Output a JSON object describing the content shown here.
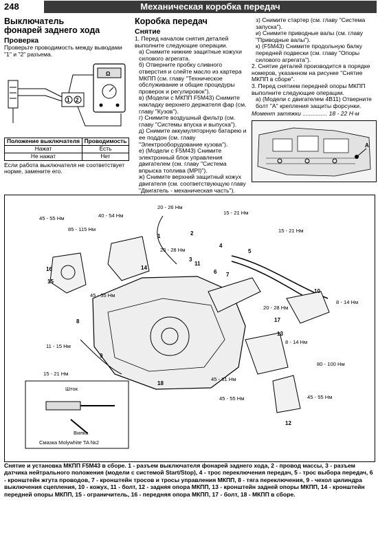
{
  "header": {
    "page_number": "248",
    "title": "Механическая коробка передач"
  },
  "col1": {
    "title_line1": "Выключатель",
    "title_line2": "фонарей заднего хода",
    "check_heading": "Проверка",
    "check_text": "Проверьте проводимость между выводами \"1\" и \"2\" разъема.",
    "table": {
      "headers": [
        "Положение выключателя",
        "Проводимость"
      ],
      "rows": [
        [
          "Нажат",
          "Есть"
        ],
        [
          "Не нажат",
          "Нет"
        ]
      ]
    },
    "note": "Если работа выключателя не соответствует норме, замените его.",
    "pins": [
      "1",
      "2"
    ],
    "meter_symbol": "Ω"
  },
  "col2": {
    "title": "Коробка передач",
    "sub": "Снятие",
    "lines": [
      "1. Перед началом снятия деталей выполните следующие операции.",
      "а) Снимите нижние защитные кожухи силового агрегата.",
      "б) Отверните пробку сливного отверстия и слейте масло из картера МКПП (см. главу \"Техническое обслуживание и общие процедуры проверок и регулировок\").",
      "в) (Модели с МКПП F5M43) Снимите накладку верхнего держателя фар (см. главу \"Кузов\").",
      "г) Снимите воздушный фильтр (см. главу \"Системы впуска и выпуска\").",
      "д) Снимите аккумуляторную батарею и ее поддон (см. главу \"Электрооборудование кузова\").",
      "е) (Модели с F5M43) Снимите электронный блок управления двигателем (см. главу \"Система впрыска топлива (MPI)\").",
      "ж) Снимите верхний защитный кожух двигателя (см. соответствующую главу \"Двигатель - механическая часть\")."
    ]
  },
  "col3": {
    "lines": [
      "з) Снимите стартер (см. главу \"Система запуска\").",
      "и) Снимите приводные валы (см. главу \"Приводные валы\").",
      "к) (F5M43) Снимите продольную балку передней подвески (см. главу \"Опоры силового агрегата\").",
      "2. Снятие деталей производится в порядке номеров, указанном на рисунке \"Снятие МКПП в сборе\".",
      "3. Перед снятием передней опоры МКПП выполните следующие операции.",
      "а) (Модели с двигателем 4B11) Отверните болт \"А\" крепления защиты форсунки."
    ],
    "torque_label": "Момент затяжки",
    "torque_value": "18 - 22 Н·м",
    "fig_label_a": "A"
  },
  "diagram": {
    "torques": [
      "45 - 55 Нм",
      "40 - 54 Нм",
      "85 - 115 Нм",
      "20 - 26 Нм",
      "15 - 21 Нм",
      "15 - 21 Нм",
      "20 - 28 Нм",
      "45 - 55 Нм",
      "8 - 14 Нм",
      "20 - 28 Нм",
      "11 - 15 Нм",
      "8 - 14 Нм",
      "15 - 21 Нм",
      "80 - 100 Нм",
      "45 - 61 Нм",
      "45 - 55 Нм",
      "45 - 55 Нм"
    ],
    "numbers": [
      "1",
      "2",
      "3",
      "4",
      "5",
      "6",
      "7",
      "8",
      "9",
      "10",
      "11",
      "12",
      "13",
      "14",
      "15",
      "16",
      "17",
      "18"
    ],
    "inset_rod": "Шток",
    "inset_fork": "Вилка",
    "inset_grease": "Смазка Molywhite TA №2"
  },
  "caption": "Снятие и установка МКПП F5M43 в сборе. 1 - разъем выключателя фонарей заднего хода, 2 - провод массы, 3 - разъем датчика нейтрального положения (модели с системой Start/Stop), 4 - трос переключения передач, 5 - трос выбора передач, 6 - кронштейн жгута проводов, 7 - кронштейн тросов и тросы управления МКПП, 8 - тяга переключения, 9 - чехол цилиндра выключения сцепления, 10 - кожух, 11 - болт, 12 - задняя опора МКПП, 13 - кронштейн задней опоры МКПП, 14 - кронштейн передней опоры МКПП, 15 - ограничитель, 16 - передняя опора МКПП, 17 - болт, 18 - МКПП в сборе."
}
